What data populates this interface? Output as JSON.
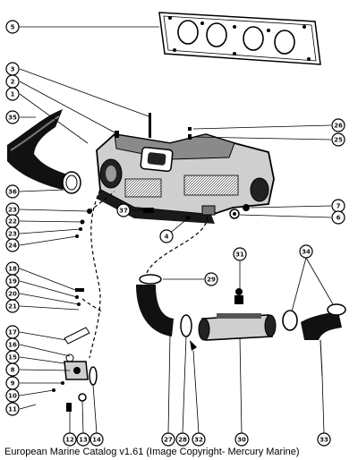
{
  "caption": "European Marine Catalog v1.61 (Image Copyright- Mercury Marine)",
  "callouts": [
    "5",
    "3",
    "2",
    "1",
    "35",
    "36",
    "23",
    "22",
    "23",
    "24",
    "37",
    "4",
    "26",
    "25",
    "7",
    "6",
    "18",
    "19",
    "20",
    "21",
    "17",
    "16",
    "15",
    "8",
    "9",
    "10",
    "11",
    "12",
    "13",
    "14",
    "29",
    "31",
    "34",
    "27",
    "28",
    "32",
    "30",
    "33"
  ]
}
